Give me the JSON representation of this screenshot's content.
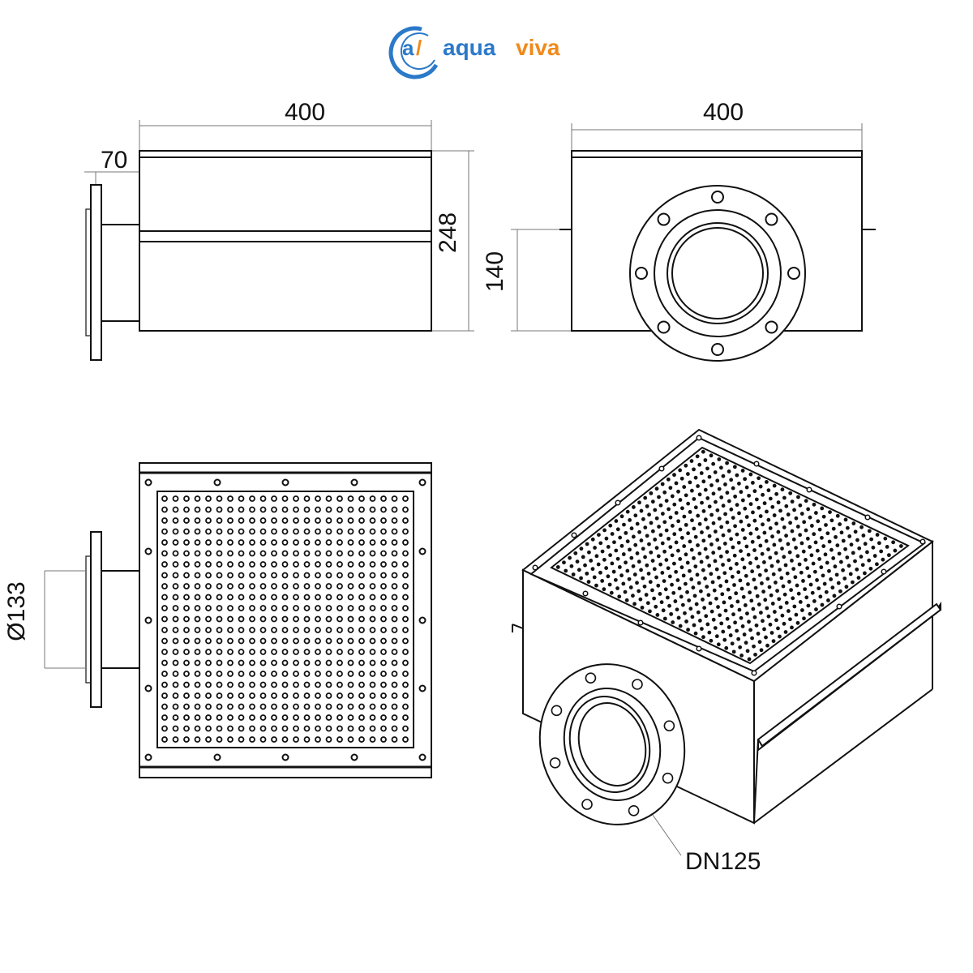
{
  "logo": {
    "mark": "av",
    "word_blue": "aqua",
    "word_orange": "viva",
    "colors": {
      "blue": "#2b79c9",
      "orange": "#f08a1c"
    }
  },
  "side_view": {
    "width_dim": "400",
    "flange_dim": "70",
    "height_dim": "248"
  },
  "front_view": {
    "width_dim": "400",
    "axis_height_dim": "140"
  },
  "top_view": {
    "pipe_diameter_dim": "Ø133"
  },
  "iso_view": {
    "flange_label": "DN125"
  }
}
